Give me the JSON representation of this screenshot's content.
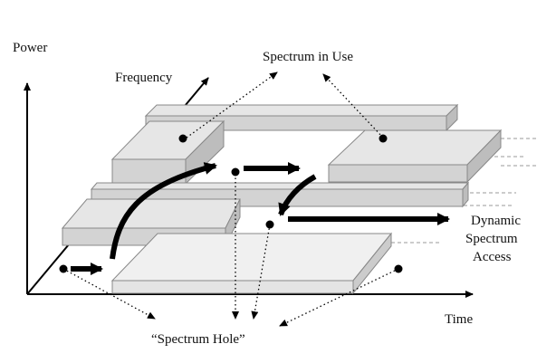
{
  "labels": {
    "power": "Power",
    "frequency": "Frequency",
    "time": "Time",
    "spectrum_in_use": "Spectrum in Use",
    "dynamic": "Dynamic",
    "spectrum": "Spectrum",
    "access": "Access",
    "spectrum_hole": "“Spectrum Hole”"
  },
  "colors": {
    "slab_top": "#e6e6e6",
    "slab_front": "#d3d3d3",
    "slab_side": "#bdbdbd",
    "ink": "#000000",
    "dash": "#9a9a9a"
  }
}
